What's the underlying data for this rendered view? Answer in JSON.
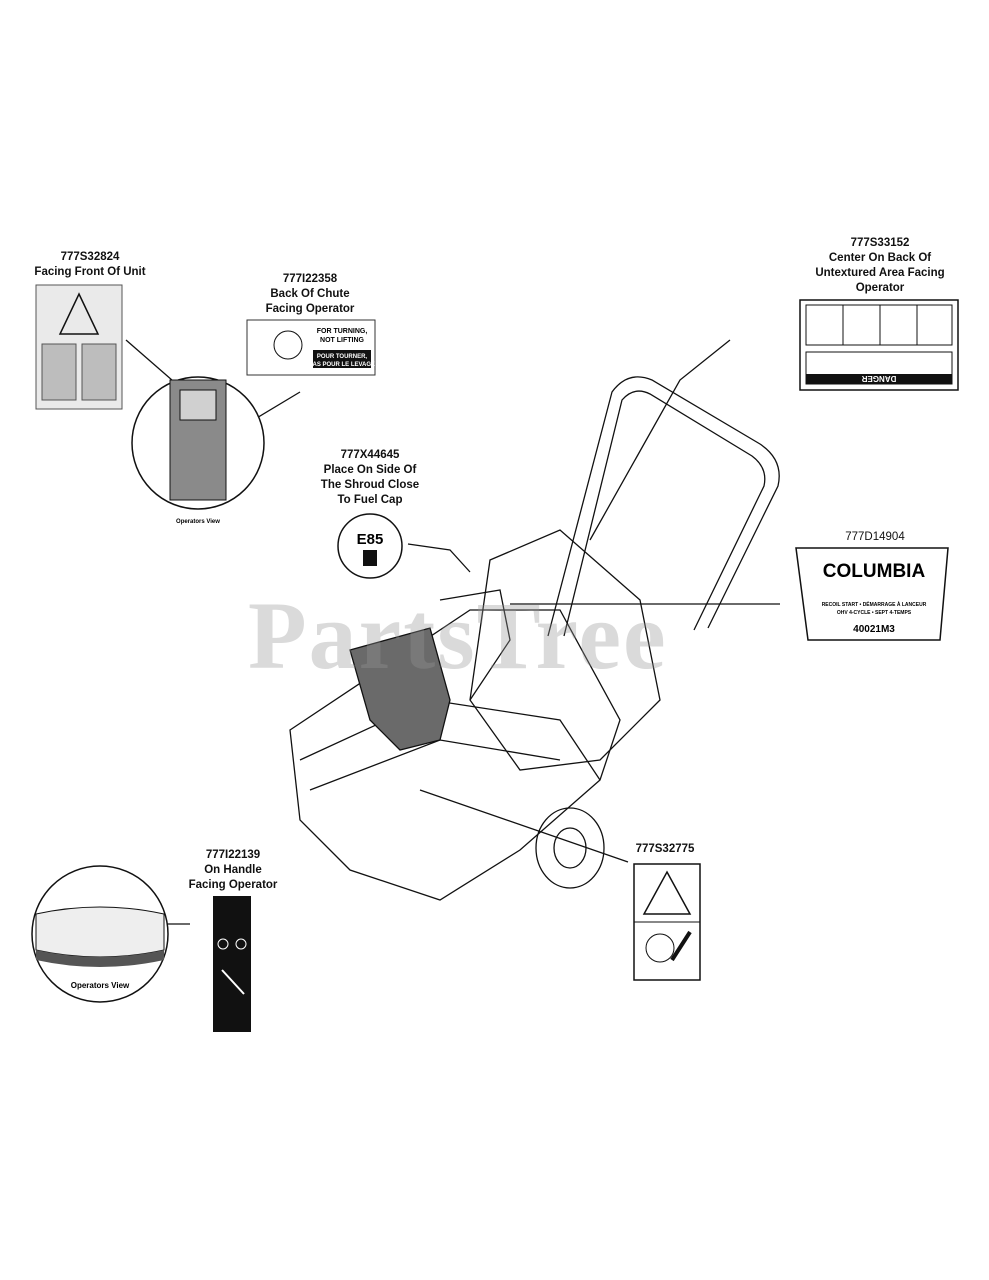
{
  "watermark": "PartsTree",
  "callouts": {
    "c1": {
      "part": "777S32824",
      "lines": [
        "Facing Front Of Unit"
      ]
    },
    "c2": {
      "part": "777I22358",
      "lines": [
        "Back Of Chute",
        "Facing Operator"
      ]
    },
    "c3": {
      "part": "777S33152",
      "lines": [
        "Center On Back Of",
        "Untextured Area  Facing",
        "Operator"
      ]
    },
    "c4": {
      "part": "777X44645",
      "lines": [
        "Place On Side Of",
        "The Shroud Close",
        "To Fuel Cap"
      ]
    },
    "c5": {
      "part": "777D14904",
      "lines": []
    },
    "c6": {
      "part": "777I22139",
      "lines": [
        "On Handle",
        "Facing Operator"
      ]
    },
    "c7": {
      "part": "777S32775",
      "lines": []
    }
  },
  "decals": {
    "chute_text_1": "FOR TURNING,",
    "chute_text_2": "NOT LIFTING",
    "chute_text_3": "POUR TOURNER,",
    "chute_text_4": "PAS POUR LE LEVAGE",
    "e85": "E85",
    "brand": "COLUMBIA",
    "brand_sub_1": "RECOIL START • DÉMARRAGE À LANCEUR",
    "brand_sub_2": "OHV 4-CYCLE • SEPT 4-TEMPS",
    "model": "40021M3",
    "danger": "DANGER",
    "view_1": "Operators View",
    "view_2": "Operators View"
  }
}
